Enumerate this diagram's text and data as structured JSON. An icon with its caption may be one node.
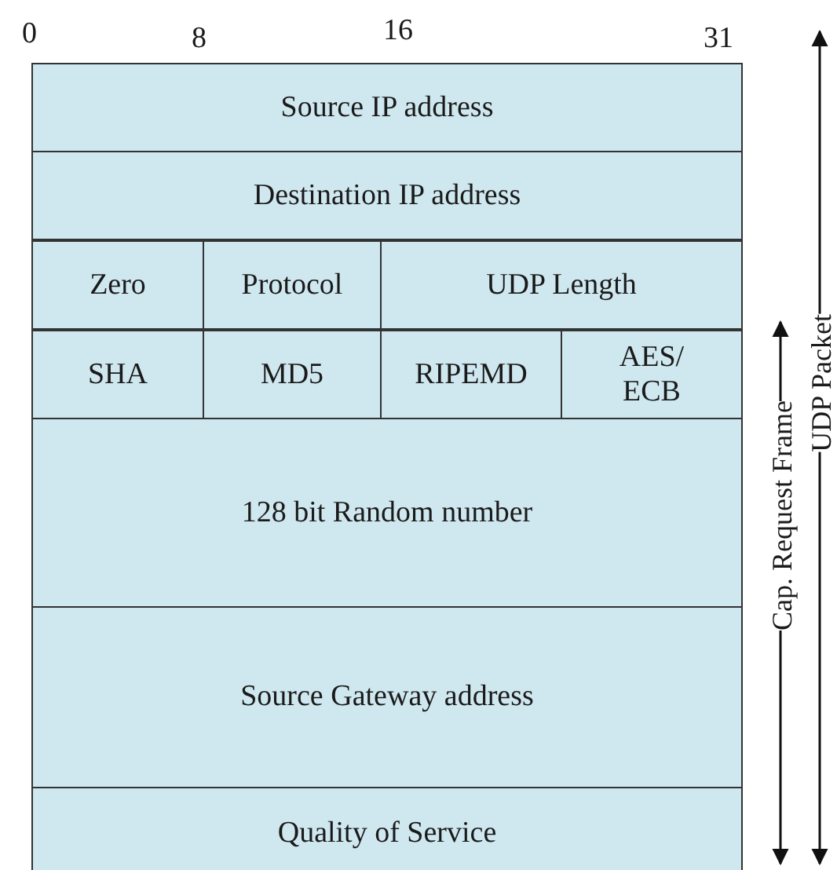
{
  "diagram": {
    "nodes": [
      {
        "text": [
          "Source IP address"
        ]
      },
      {
        "text": [
          "Destination IP address"
        ]
      },
      {
        "text": [
          "Zero"
        ]
      },
      {
        "text": [
          "Protocol"
        ]
      },
      {
        "text": [
          "UDP Length"
        ]
      },
      {
        "text": [
          "SHA"
        ]
      },
      {
        "text": [
          "MD5"
        ]
      },
      {
        "text": [
          "RIPEMD"
        ]
      },
      {
        "text": [
          "AES/ ECB"
        ]
      },
      {
        "text": [
          "128 bit Random number"
        ]
      },
      {
        "text": [
          "Source Gateway address"
        ]
      },
      {
        "text": [
          "Quality of Service"
        ]
      }
    ],
    "labels": [
      "0",
      "8",
      "16",
      "31",
      "Cap. Request Frame",
      "UDP Packet"
    ]
  }
}
